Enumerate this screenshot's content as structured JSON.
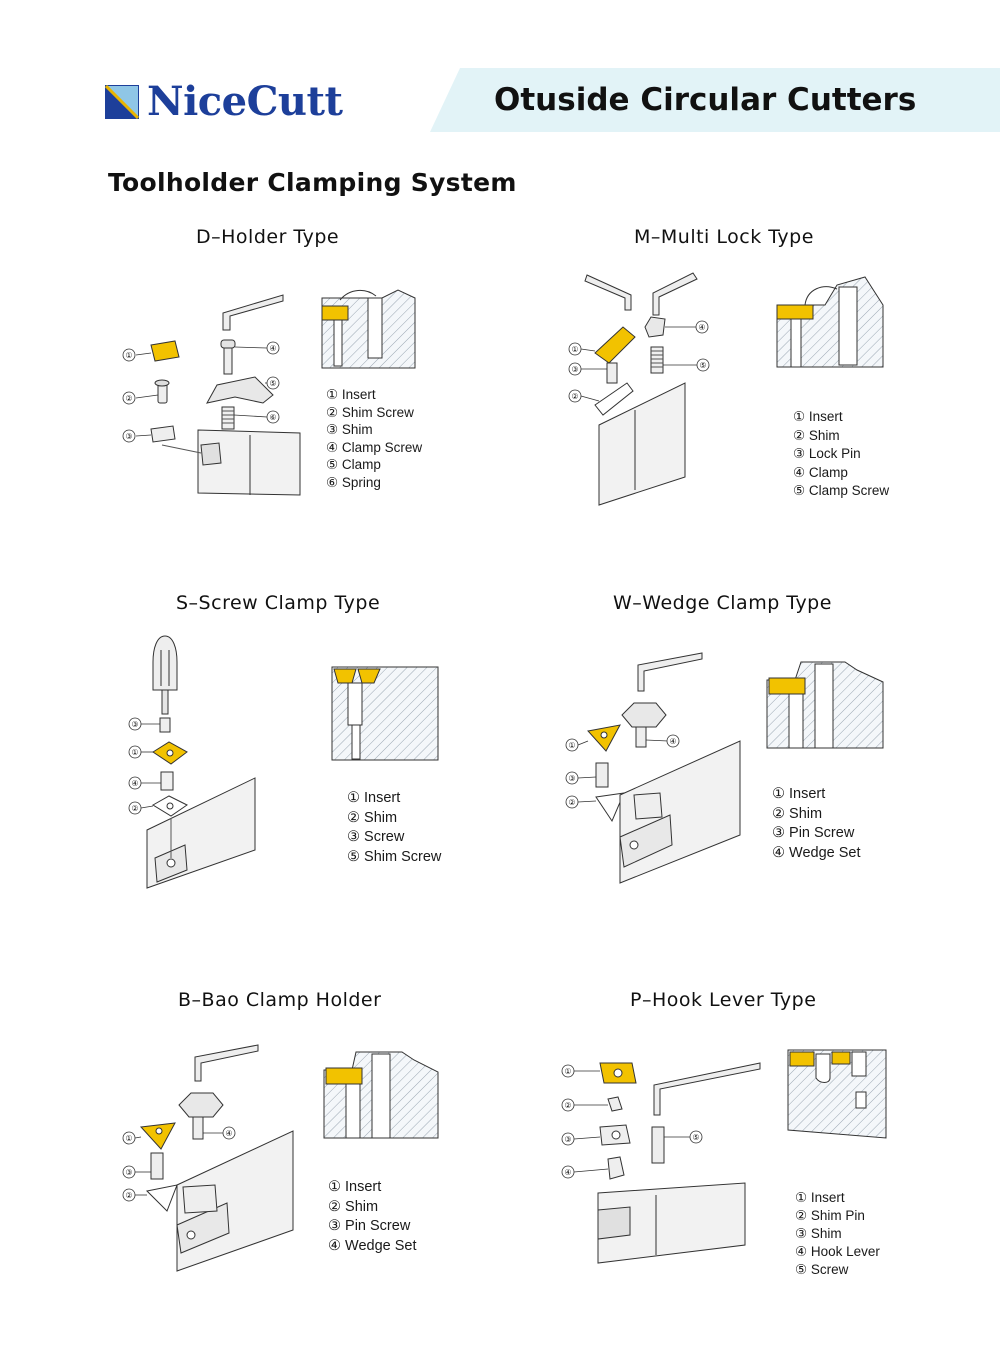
{
  "brand": {
    "name": "NiceCutt",
    "color": "#1d3f9a",
    "mark_color": "#e8b400"
  },
  "header": {
    "title": "Otuside Circular Cutters",
    "band_color": "#e2f3f7"
  },
  "section": {
    "title": "Toolholder Clamping System"
  },
  "insert_color": "#f2c200",
  "panels": [
    {
      "title": "D–Holder Type",
      "legend": [
        "① Insert",
        "② Shim Screw",
        "③ Shim",
        "④ Clamp Screw",
        "⑤ Clamp",
        "⑥ Spring"
      ]
    },
    {
      "title": "M–Multi Lock Type",
      "legend": [
        "① Insert",
        "② Shim",
        "③ Lock Pin",
        "④ Clamp",
        "⑤ Clamp Screw"
      ]
    },
    {
      "title": "S–Screw Clamp Type",
      "legend": [
        "① Insert",
        "② Shim",
        "③ Screw",
        "⑤ Shim Screw"
      ]
    },
    {
      "title": "W–Wedge Clamp Type",
      "legend": [
        "① Insert",
        "② Shim",
        "③ Pin Screw",
        "④ Wedge Set"
      ]
    },
    {
      "title": "B–Bao Clamp Holder",
      "legend": [
        "① Insert",
        "② Shim",
        "③ Pin Screw",
        "④ Wedge Set"
      ]
    },
    {
      "title": "P–Hook Lever Type",
      "legend": [
        "① Insert",
        "② Shim Pin",
        "③ Shim",
        "④ Hook Lever",
        "⑤ Screw"
      ]
    }
  ],
  "callouts": [
    "①",
    "②",
    "③",
    "④",
    "⑤",
    "⑥"
  ]
}
